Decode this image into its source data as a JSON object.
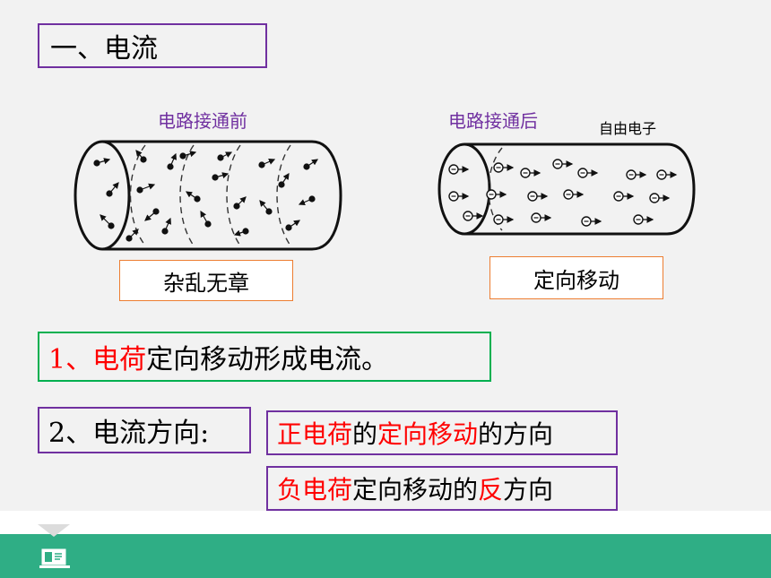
{
  "section_title": "一、电流",
  "diagrams": {
    "before": {
      "caption": "电路接通前",
      "state_label": "杂乱无章"
    },
    "after": {
      "caption": "电路接通后",
      "electron_label": "自由电子",
      "state_label": "定向移动"
    }
  },
  "point1": {
    "prefix": "1、",
    "term": "电荷",
    "rest": "定向移动形成电流。"
  },
  "point2": {
    "label": "2、电流方向:"
  },
  "positive_direction": {
    "part1": "正电荷",
    "part2": "的",
    "part3": "定向移动",
    "part4": "的方向"
  },
  "negative_direction": {
    "part1": "负电荷",
    "part2": "定向移动的",
    "part3": "反",
    "part4": "方向"
  },
  "colors": {
    "accent_purple": "#7030a0",
    "highlight_red": "#ff0000",
    "border_green": "#00b050",
    "border_orange": "#ed7d31",
    "footer_green": "#2fae85"
  },
  "icons": {
    "footer": "presentation-icon"
  }
}
